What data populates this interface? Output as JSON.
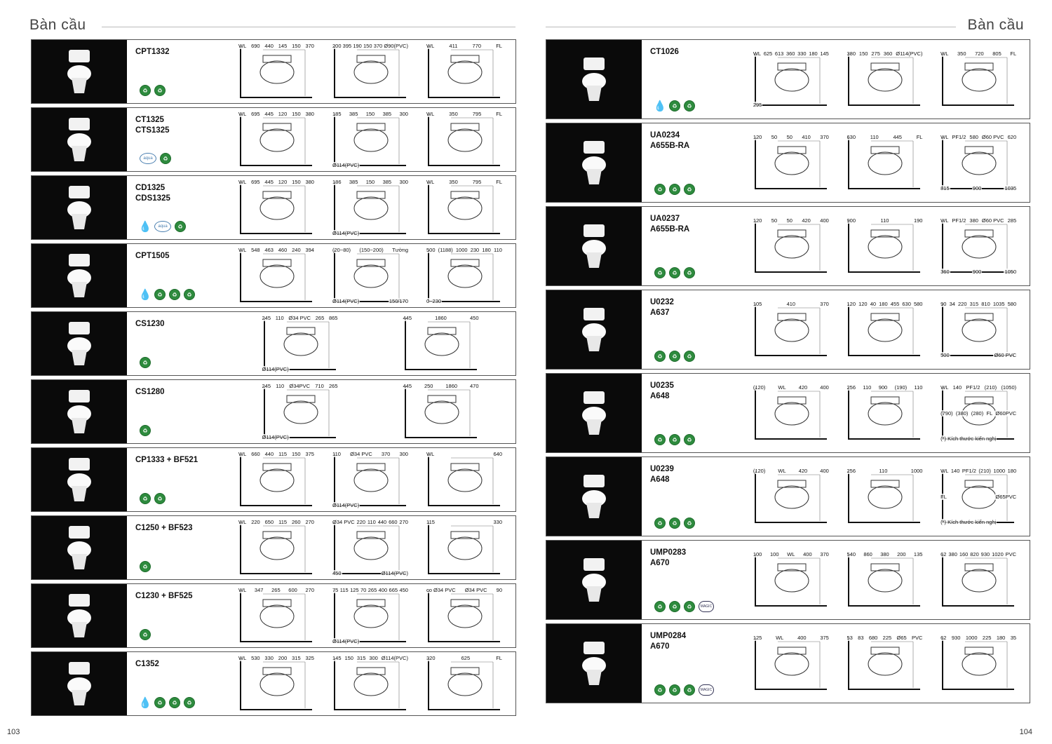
{
  "header": {
    "left_title": "Bàn cầu",
    "right_title": "Bàn cầu"
  },
  "page_numbers": {
    "left": "103",
    "right": "104"
  },
  "left_products": [
    {
      "names": [
        "CPT1332"
      ],
      "badges": [
        "eco",
        "eco"
      ],
      "drawings": [
        [
          "WL",
          "690",
          "440",
          "145",
          "150",
          "370"
        ],
        [
          "200",
          "395",
          "190",
          "150",
          "370",
          "Ø90(PVC)"
        ],
        [
          "WL",
          "411",
          "770",
          "FL"
        ]
      ]
    },
    {
      "names": [
        "CT1325",
        "CTS1325"
      ],
      "badges": [
        "aqua",
        "eco"
      ],
      "drawings": [
        [
          "WL",
          "695",
          "445",
          "120",
          "150",
          "380"
        ],
        [
          "185",
          "385",
          "150",
          "385",
          "300",
          "Ø114(PVC)"
        ],
        [
          "WL",
          "350",
          "795",
          "FL"
        ]
      ]
    },
    {
      "names": [
        "CD1325",
        "CDS1325"
      ],
      "badges": [
        "tap",
        "aqua",
        "eco"
      ],
      "drawings": [
        [
          "WL",
          "695",
          "445",
          "120",
          "150",
          "380"
        ],
        [
          "186",
          "385",
          "150",
          "385",
          "300",
          "Ø114(PVC)"
        ],
        [
          "WL",
          "350",
          "795",
          "FL"
        ]
      ]
    },
    {
      "names": [
        "CPT1505"
      ],
      "badges": [
        "tap",
        "eco",
        "eco",
        "eco"
      ],
      "drawings": [
        [
          "WL",
          "548",
          "463",
          "460",
          "240",
          "394"
        ],
        [
          "(20~80)",
          "(150~200)",
          "Tường",
          "Ø114(PVC)",
          "150/170"
        ],
        [
          "500",
          "(1188)",
          "1000",
          "230",
          "180",
          "110",
          "0~230"
        ]
      ]
    },
    {
      "names": [
        "CS1230"
      ],
      "badges": [
        "eco"
      ],
      "drawings": [
        [
          "245",
          "110",
          "Ø34 PVC",
          "265",
          "865",
          "Ø114(PVC)"
        ],
        [
          "445",
          "1860",
          "450"
        ]
      ]
    },
    {
      "names": [
        "CS1280"
      ],
      "badges": [
        "eco"
      ],
      "drawings": [
        [
          "245",
          "110",
          "Ø34PVC",
          "710",
          "265",
          "Ø114(PVC)"
        ],
        [
          "445",
          "250",
          "1860",
          "470"
        ]
      ]
    },
    {
      "names": [
        "CP1333 + BF521"
      ],
      "badges": [
        "eco",
        "eco"
      ],
      "drawings": [
        [
          "WL",
          "660",
          "440",
          "115",
          "150",
          "375"
        ],
        [
          "110",
          "Ø34 PVC",
          "370",
          "300",
          "Ø114(PVC)"
        ],
        [
          "WL",
          "640"
        ]
      ]
    },
    {
      "names": [
        "C1250 + BF523"
      ],
      "badges": [
        "eco"
      ],
      "drawings": [
        [
          "WL",
          "220",
          "650",
          "115",
          "260",
          "270"
        ],
        [
          "Ø34 PVC",
          "220",
          "110",
          "440",
          "660",
          "270",
          "450",
          "Ø114(PVC)"
        ],
        [
          "115",
          "330"
        ]
      ]
    },
    {
      "names": [
        "C1230 + BF525"
      ],
      "badges": [
        "eco"
      ],
      "drawings": [
        [
          "WL",
          "347",
          "265",
          "600",
          "270"
        ],
        [
          "75",
          "115",
          "125",
          "70",
          "265",
          "400",
          "665",
          "450",
          "Ø114(PVC)"
        ],
        [
          "co Ø34 PVC",
          "Ø34 PVC",
          "90"
        ]
      ]
    },
    {
      "names": [
        "C1352"
      ],
      "badges": [
        "tap",
        "eco",
        "eco",
        "eco"
      ],
      "drawings": [
        [
          "WL",
          "530",
          "330",
          "200",
          "315",
          "325"
        ],
        [
          "145",
          "150",
          "315",
          "300",
          "Ø114(PVC)"
        ],
        [
          "320",
          "625",
          "FL"
        ]
      ]
    }
  ],
  "right_products": [
    {
      "names": [
        "CT1026"
      ],
      "badges": [
        "tap",
        "eco",
        "eco"
      ],
      "drawings": [
        [
          "WL",
          "625",
          "613",
          "360",
          "330",
          "180",
          "145",
          "295"
        ],
        [
          "380",
          "150",
          "275",
          "360",
          "Ø114(PVC)"
        ],
        [
          "WL",
          "350",
          "720",
          "805",
          "FL"
        ]
      ]
    },
    {
      "names": [
        "UA0234",
        "A655B-RA"
      ],
      "badges": [
        "eco",
        "eco",
        "eco"
      ],
      "drawings": [
        [
          "120",
          "50",
          "50",
          "410",
          "370"
        ],
        [
          "630",
          "110",
          "445",
          "FL"
        ],
        [
          "WL",
          "PF1/2",
          "580",
          "Ø60 PVC",
          "620",
          "815",
          "900",
          "1035"
        ]
      ]
    },
    {
      "names": [
        "UA0237",
        "A655B-RA"
      ],
      "badges": [
        "eco",
        "eco",
        "eco"
      ],
      "drawings": [
        [
          "120",
          "50",
          "50",
          "420",
          "400"
        ],
        [
          "900",
          "110",
          "190"
        ],
        [
          "WL",
          "PF1/2",
          "380",
          "Ø60 PVC",
          "285",
          "360",
          "900",
          "1050"
        ]
      ]
    },
    {
      "names": [
        "U0232",
        "A637"
      ],
      "badges": [
        "eco",
        "eco",
        "eco"
      ],
      "drawings": [
        [
          "105",
          "410",
          "370"
        ],
        [
          "120",
          "120",
          "40",
          "180",
          "455",
          "630",
          "580"
        ],
        [
          "90",
          "34",
          "220",
          "315",
          "810",
          "1035",
          "580",
          "500",
          "Ø60 PVC"
        ]
      ]
    },
    {
      "names": [
        "U0235",
        "A648"
      ],
      "badges": [
        "eco",
        "eco",
        "eco"
      ],
      "drawings": [
        [
          "(120)",
          "WL",
          "420",
          "400"
        ],
        [
          "256",
          "110",
          "900",
          "(190)",
          "110"
        ],
        [
          "WL",
          "140",
          "PF1/2",
          "(210)",
          "(1050)",
          "(790)",
          "(380)",
          "(280)",
          "FL",
          "Ø60PVC",
          "(*) Kích thước kiến nghị"
        ]
      ]
    },
    {
      "names": [
        "U0239",
        "A648"
      ],
      "badges": [
        "eco",
        "eco",
        "eco"
      ],
      "drawings": [
        [
          "(120)",
          "WL",
          "420",
          "400"
        ],
        [
          "256",
          "110",
          "1000"
        ],
        [
          "WL",
          "140",
          "PF1/2",
          "(210)",
          "1000",
          "180",
          "FL",
          "Ø65PVC",
          "(*) Kích thước kiến nghị"
        ]
      ]
    },
    {
      "names": [
        "UMP0283",
        "A670"
      ],
      "badges": [
        "eco",
        "eco",
        "eco",
        "magic"
      ],
      "drawings": [
        [
          "100",
          "100",
          "WL",
          "400",
          "370"
        ],
        [
          "540",
          "860",
          "380",
          "200",
          "135"
        ],
        [
          "62",
          "380",
          "160",
          "820",
          "930",
          "1020",
          "PVC"
        ]
      ]
    },
    {
      "names": [
        "UMP0284",
        "A670"
      ],
      "badges": [
        "eco",
        "eco",
        "eco",
        "magic"
      ],
      "drawings": [
        [
          "125",
          "WL",
          "400",
          "375"
        ],
        [
          "53",
          "83",
          "680",
          "225",
          "Ø65",
          "PVC"
        ],
        [
          "62",
          "930",
          "1000",
          "225",
          "180",
          "35"
        ]
      ]
    }
  ],
  "badge_glyphs": {
    "eco": "♻",
    "aqua": "aqua",
    "tap": "💧",
    "magic": "MAGIC"
  },
  "colors": {
    "photo_bg": "#0a0a0a",
    "badge_green": "#2e8b3e",
    "tap_blue": "#1ba0d8"
  }
}
